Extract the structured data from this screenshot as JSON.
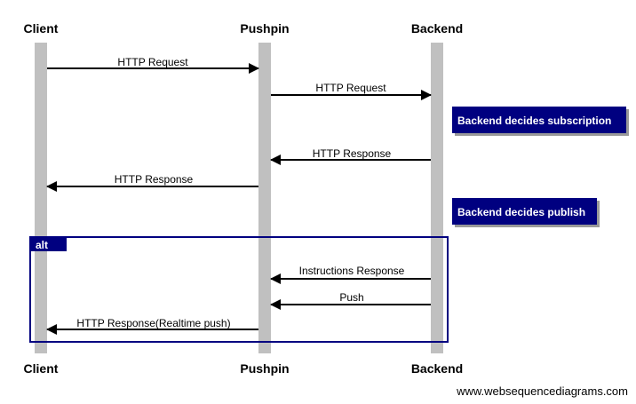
{
  "participants": [
    {
      "id": "client",
      "label": "Client"
    },
    {
      "id": "pushpin",
      "label": "Pushpin"
    },
    {
      "id": "backend",
      "label": "Backend"
    }
  ],
  "messages": [
    {
      "from": "client",
      "to": "pushpin",
      "label": "HTTP Request"
    },
    {
      "from": "pushpin",
      "to": "backend",
      "label": "HTTP Request"
    },
    {
      "from": "backend",
      "to": "pushpin",
      "label": "HTTP Response"
    },
    {
      "from": "pushpin",
      "to": "client",
      "label": "HTTP Response"
    },
    {
      "from": "backend",
      "to": "pushpin",
      "label": "Instructions Response"
    },
    {
      "from": "backend",
      "to": "pushpin",
      "label": "Push"
    },
    {
      "from": "pushpin",
      "to": "client",
      "label": "HTTP Response(Realtime push)"
    }
  ],
  "notes": [
    {
      "over": "backend",
      "text": "Backend decides subscription"
    },
    {
      "over": "backend",
      "text": "Backend decides publish"
    }
  ],
  "fragment": {
    "label": "alt"
  },
  "watermark": "www.websequencediagrams.com",
  "colors": {
    "lifeline": "#c0c0c0",
    "note_fill": "#000080",
    "fragment_border": "#000080",
    "arrow": "#000000"
  }
}
